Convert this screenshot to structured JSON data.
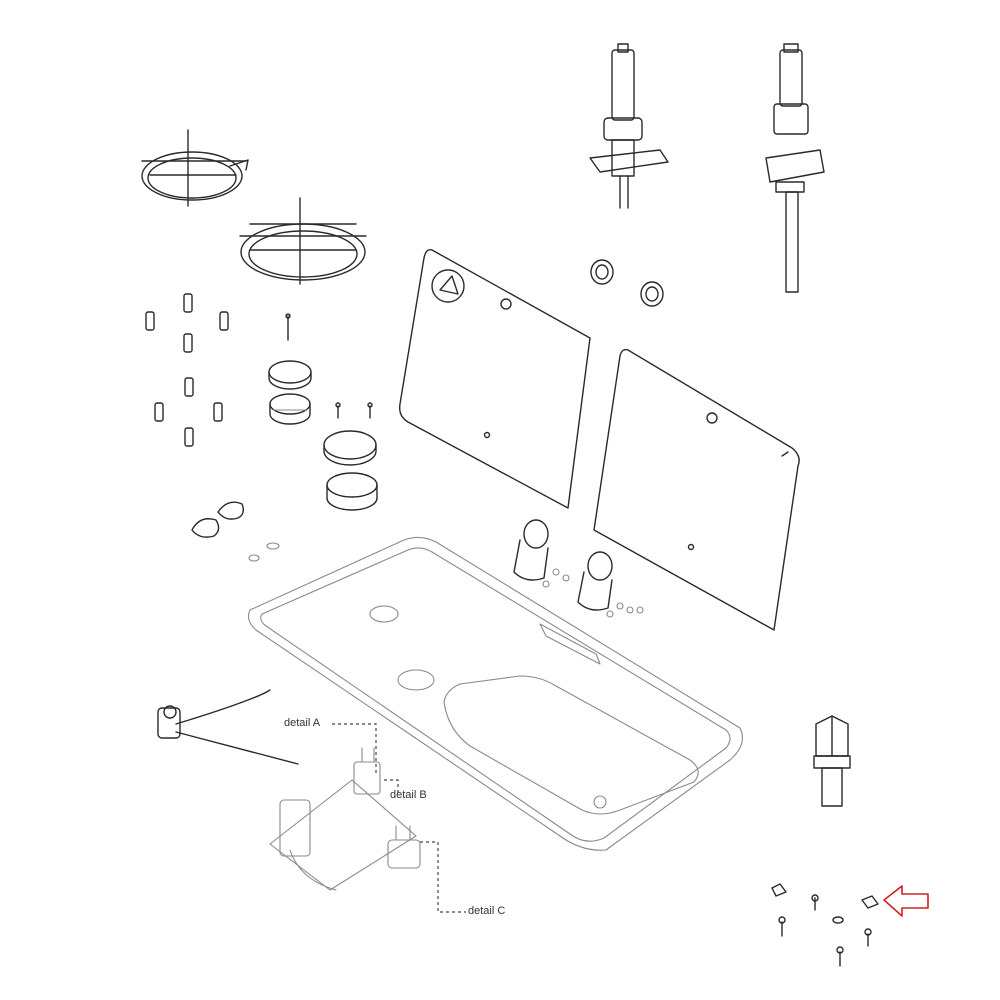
{
  "callouts": {
    "detail_a": "detail A",
    "detail_b": "detail B",
    "detail_c": "detail C"
  },
  "highlight": {
    "arrow_color": "#d42020",
    "arrow_direction": "left"
  },
  "icons": {
    "pointer": "left-arrow-outline-icon"
  }
}
